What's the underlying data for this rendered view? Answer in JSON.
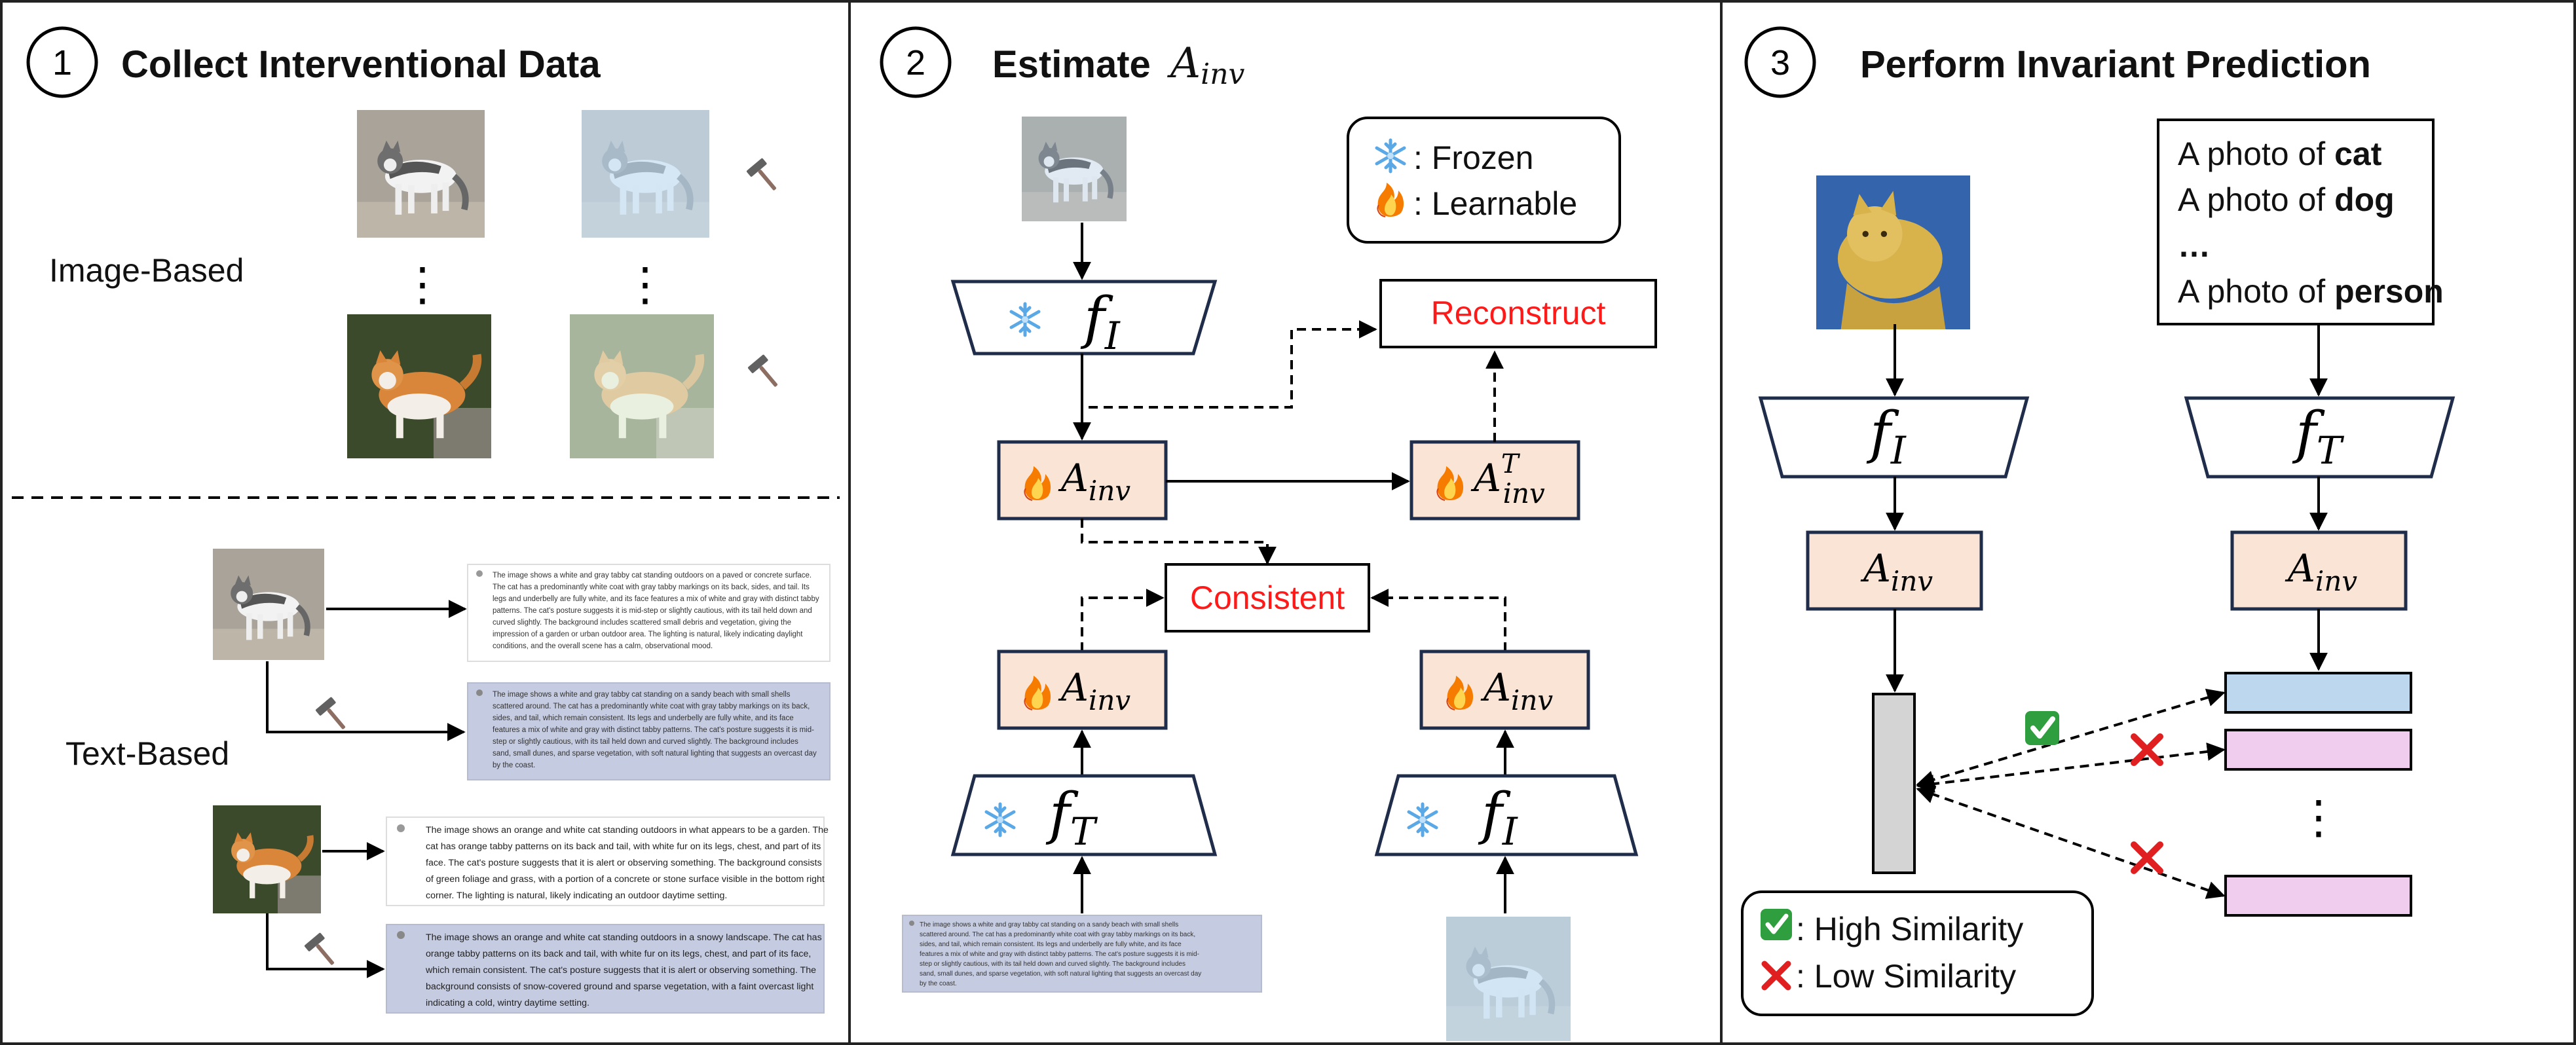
{
  "panel1": {
    "number": "1",
    "title": "Collect Interventional Data",
    "image_based_label": "Image-Based",
    "text_based_label": "Text-Based",
    "tool_icon": "hammer-icon",
    "dots": "⋮",
    "captions": [
      [
        "The image shows a white and gray tabby cat standing outdoors on a paved or concrete surface.",
        "The cat has a predominantly white coat with gray tabby markings on its back, sides, and tail. Its",
        "legs and underbelly are fully white, and its face features a mix of white and gray with distinct tabby",
        "patterns. The cat's posture suggests it is mid-step or slightly cautious, with its tail held down and",
        "curved slightly. The background includes scattered small debris and vegetation, giving the",
        "impression of a garden or urban outdoor area. The lighting is natural, likely indicating daylight",
        "conditions, and the overall scene has a calm, observational mood."
      ],
      [
        "The image shows a white and gray tabby cat standing on a sandy beach with small shells",
        "scattered around. The cat has a predominantly white coat with gray tabby markings on its back,",
        "sides, and tail, which remain consistent. Its legs and underbelly are fully white, and its face",
        "features a mix of white and gray with distinct tabby patterns. The cat's posture suggests it is mid-",
        "step or slightly cautious, with its tail held down and curved slightly. The background includes",
        "sand, small dunes, and sparse vegetation, with soft natural lighting that suggests an overcast day",
        "by the coast."
      ],
      [
        "The image shows an orange and white cat standing outdoors in what appears to be a garden. The",
        "cat has orange tabby patterns on its back and tail, with white fur on its legs, chest, and part of its",
        "face. The cat's posture suggests that it is alert or observing something. The background consists",
        "of green foliage and grass, with a portion of a concrete or stone surface visible in the bottom right",
        "corner. The lighting is natural, likely indicating an outdoor daytime setting."
      ],
      [
        "The image shows an orange and white cat standing outdoors in a snowy landscape. The cat has",
        "orange tabby patterns on its back and tail, with white fur on its legs, chest, and part of its face,",
        "which remain consistent. The cat's posture suggests that it is alert or observing something. The",
        "background consists of snow-covered ground and sparse vegetation, with a faint overcast light",
        "indicating a cold, wintry daytime setting."
      ]
    ]
  },
  "panel2": {
    "number": "2",
    "title_prefix": "Estimate",
    "title_math": "A",
    "title_sub": "inv",
    "legend": {
      "frozen_icon": "snowflake-icon",
      "frozen_label": ": Frozen",
      "learnable_icon": "fire-icon",
      "learnable_label": ": Learnable"
    },
    "reconstruct_label": "Reconstruct",
    "consistent_label": "Consistent",
    "f_letter": "f",
    "sub_image": "I",
    "sub_text": "T",
    "a_letter": "A",
    "a_sub": "inv",
    "a_sup": "T",
    "caption": [
      "The image shows a white and gray tabby cat standing on a sandy beach with small shells",
      "scattered around. The cat has a predominantly white coat with gray tabby markings on its back,",
      "sides, and tail, which remain consistent. Its legs and underbelly are fully white, and its face",
      "features a mix of white and gray with distinct tabby patterns. The cat's posture suggests it is mid-",
      "step or slightly cautious, with its tail held down and curved slightly. The background includes",
      "sand, small dunes, and sparse vegetation, with soft natural lighting that suggests an overcast day",
      "by the coast."
    ]
  },
  "panel3": {
    "number": "3",
    "title": "Perform Invariant Prediction",
    "prompt_prefix": "A photo of ",
    "prompt_classes": [
      "cat",
      "dog",
      "person"
    ],
    "prompt_ellipsis": "…",
    "dots": "⋮",
    "legend": {
      "high_icon": "check-icon",
      "high_label": ": High Similarity",
      "low_icon": "cross-icon",
      "low_label": ": Low Similarity"
    },
    "colors": {
      "embed_match": "#bdd7ee",
      "embed_other": "#f0cdee",
      "image_embed": "#d4d4d4"
    }
  }
}
